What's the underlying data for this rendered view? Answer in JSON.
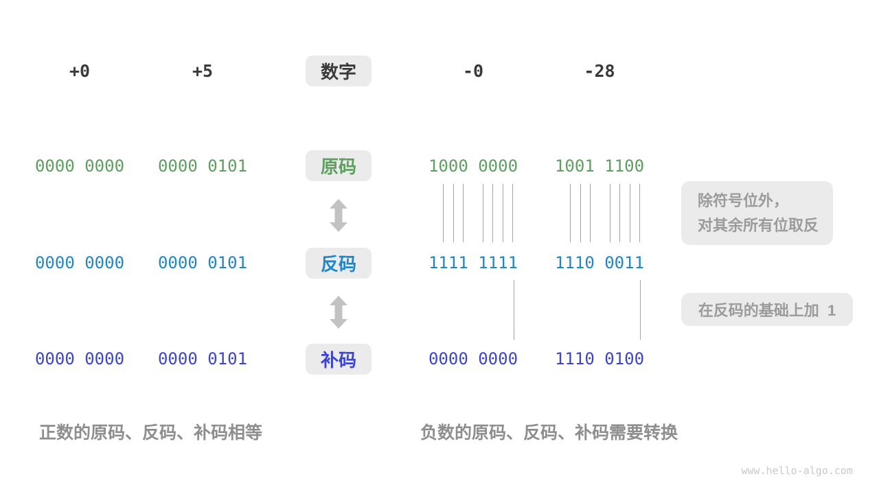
{
  "header": {
    "numbers_label": "数字",
    "values": [
      "+0",
      "+5",
      "-0",
      "-28"
    ]
  },
  "rows": [
    {
      "id": "sign-magnitude",
      "label": "原码",
      "color": "#5CA05E",
      "values": [
        "0000 0000",
        "0000 0101",
        "1000 0000",
        "1001 1100"
      ]
    },
    {
      "id": "ones-complement",
      "label": "反码",
      "color": "#1E87CC",
      "values": [
        "0000 0000",
        "0000 0101",
        "1111 1111",
        "1110 0011"
      ]
    },
    {
      "id": "twos-complement",
      "label": "补码",
      "color": "#3B44D8",
      "values": [
        "0000 0000",
        "0000 0101",
        "0000 0000",
        "1110 0100"
      ]
    }
  ],
  "notes": {
    "flip_line1": "除符号位外，",
    "flip_line2": "对其余所有位取反",
    "add_one": "在反码的基础上加  1"
  },
  "captions": {
    "positive": "正数的原码、反码、补码相等",
    "negative": "负数的原码、反码、补码需要转换"
  },
  "watermark": "www.hello-algo.com",
  "colors": {
    "sign_magnitude": "#5CA05E",
    "ones_complement": "#1E87CC",
    "twos_complement": "#3B44D8",
    "tag_background": "#ebebeb",
    "note_text": "#9b9b9b",
    "caption_text": "#8e8e8e",
    "arrow": "#c2c2c2",
    "tick_line": "#a3a3a3",
    "heading_text": "#3a3a3a"
  }
}
